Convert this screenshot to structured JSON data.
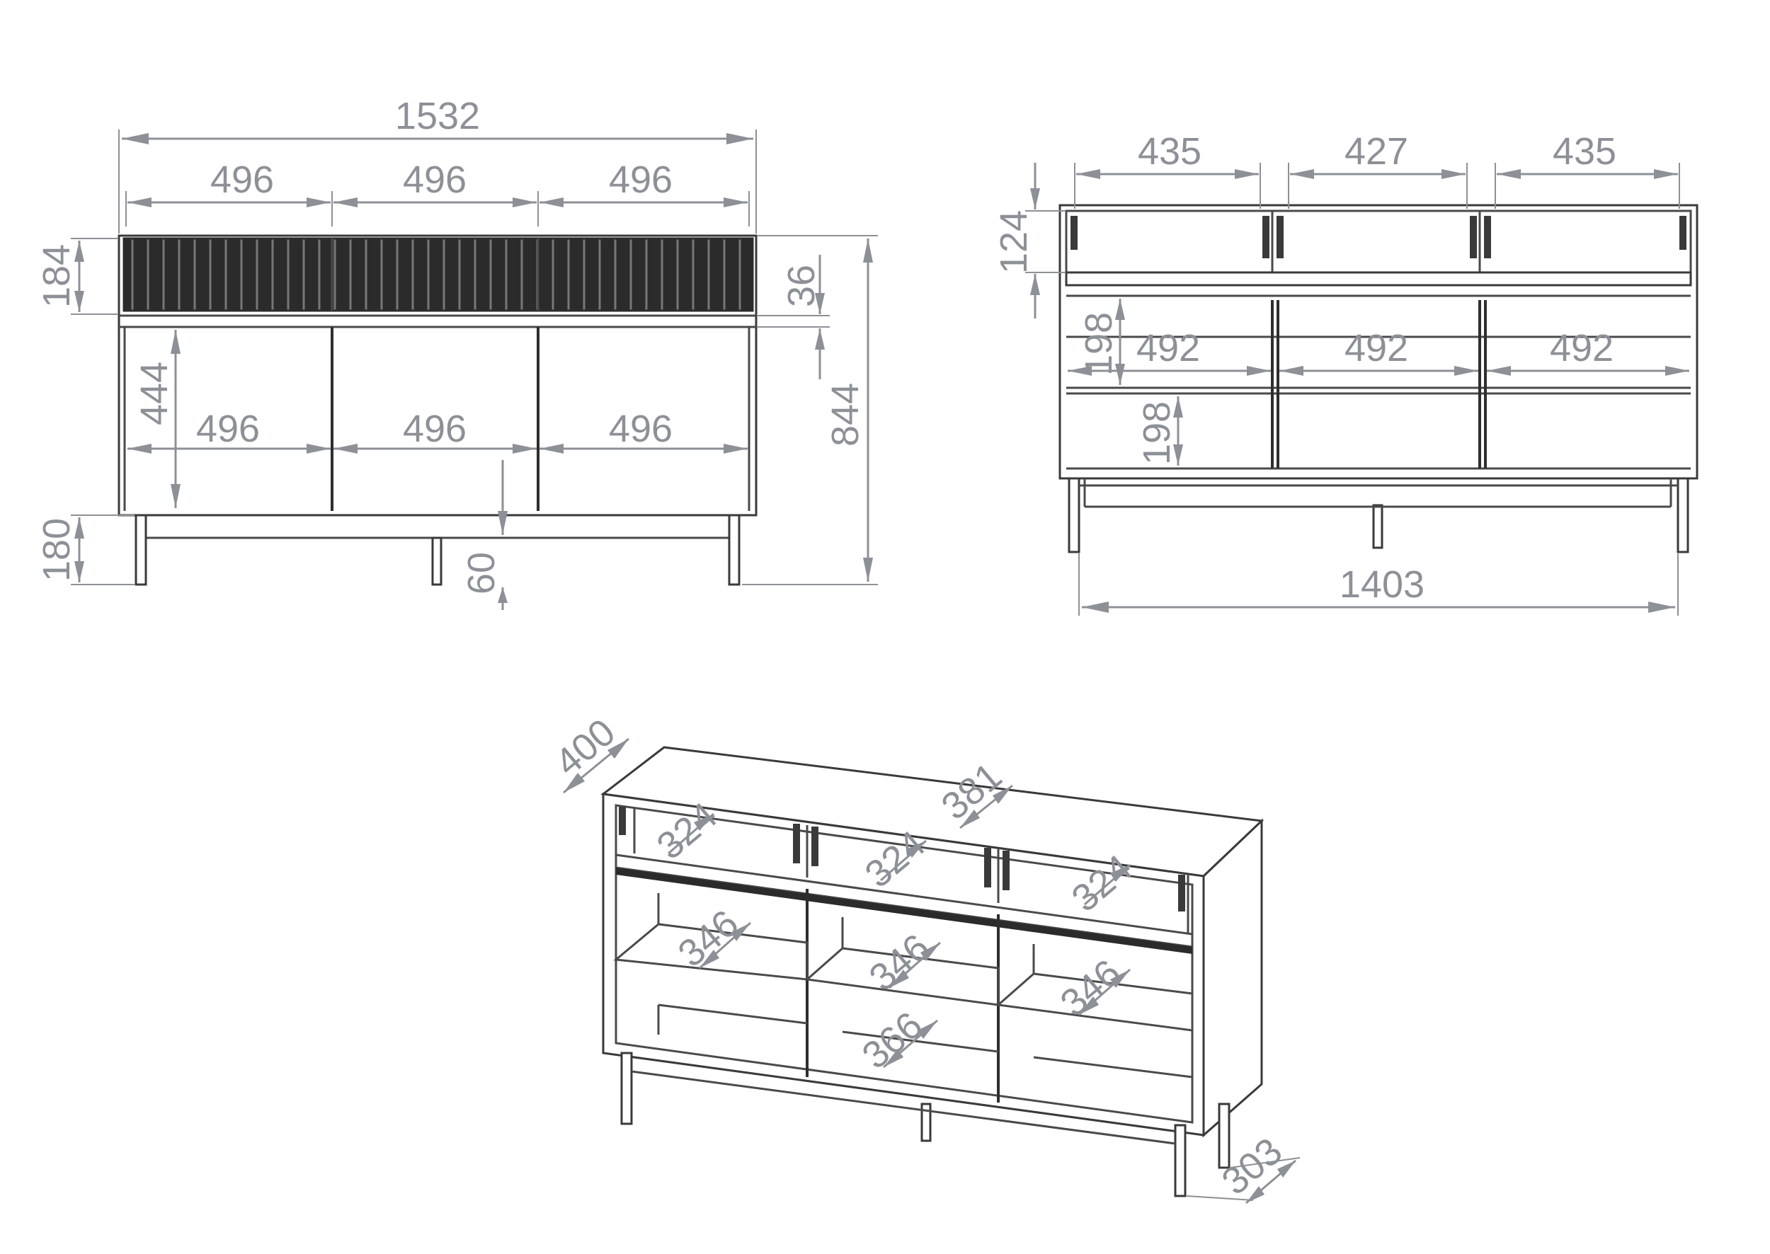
{
  "front_view": {
    "overall_width": "1532",
    "top_segments": [
      "496",
      "496",
      "496"
    ],
    "door_segments": [
      "496",
      "496",
      "496"
    ],
    "drawer_height": "184",
    "door_height": "444",
    "gap": "36",
    "total_height": "844",
    "leg_height": "180",
    "foot_height": "60"
  },
  "back_view": {
    "top_segments": [
      "435",
      "427",
      "435"
    ],
    "top_height": "124",
    "shelf_widths": [
      "492",
      "492",
      "492"
    ],
    "upper_shelf_height": "198",
    "lower_shelf_height": "198",
    "leg_span": "1403"
  },
  "iso_view": {
    "depth": "400",
    "inner_depth": "381",
    "drawer_depths": [
      "324",
      "324",
      "324"
    ],
    "shelf_depths": [
      "346",
      "346",
      "346"
    ],
    "bottom_depth": "366",
    "leg_depth": "303"
  },
  "colors": {
    "dimension": "#8d9096",
    "outline": "#3a3a3a",
    "slat_fill": "#2b2b2b"
  }
}
